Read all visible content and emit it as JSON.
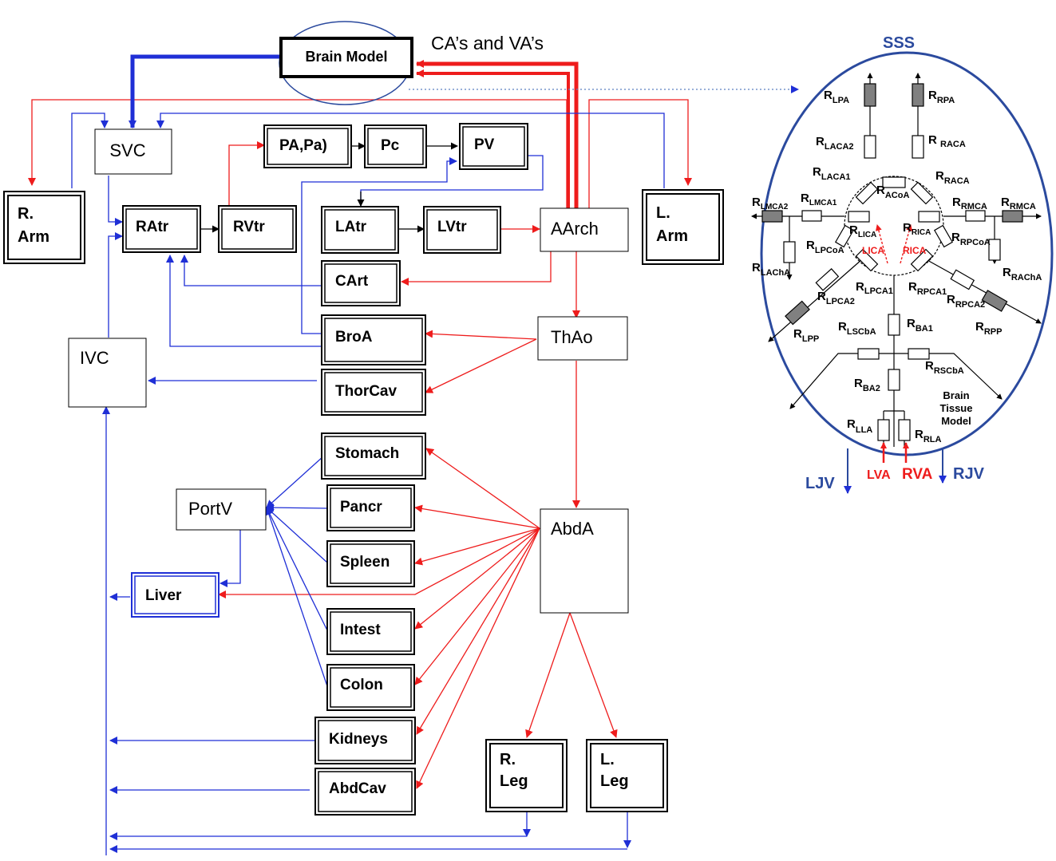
{
  "top_label": "CA’s and VA’s",
  "colors": {
    "arterial": "#ee1c1c",
    "venous": "#1f2fd6",
    "ellipse": "#2b4a9e",
    "resistor_fill": "#808080"
  },
  "boxes": {
    "brain": "Brain Model",
    "svc": "SVC",
    "r_arm": [
      "R.",
      "Arm"
    ],
    "l_arm": [
      "L.",
      "Arm"
    ],
    "ratr": "RAtr",
    "rvtr": "RVtr",
    "pa": "PA,Pa)",
    "pc": "Pc",
    "pv": "PV",
    "latr": "LAtr",
    "lvtr": "LVtr",
    "aarch": "AArch",
    "cart": "CArt",
    "broa": "BroA",
    "thao": "ThAo",
    "ivc": "IVC",
    "thorcav": "ThorCav",
    "stomach": "Stomach",
    "portv": "PortV",
    "pancr": "Pancr",
    "spleen": "Spleen",
    "liver": "Liver",
    "intest": "Intest",
    "colon": "Colon",
    "abda": "AbdA",
    "kidneys": "Kidneys",
    "abdcav": "AbdCav",
    "r_leg": [
      "R.",
      "Leg"
    ],
    "l_leg": [
      "L.",
      "Leg"
    ]
  },
  "brain_model": {
    "sss": "SSS",
    "ljv": "LJV",
    "rjv": "RJV",
    "lva": "LVA",
    "rva": "RVA",
    "lica": "LICA",
    "rica": "RICA",
    "tissue": [
      "Brain",
      "Tissue",
      "Model"
    ],
    "resistors": {
      "lpa": [
        "R",
        "LPA"
      ],
      "rpa": [
        "R",
        "RPA"
      ],
      "laca2": [
        "R",
        "LACA2"
      ],
      "raca2": [
        "R ",
        "RACA"
      ],
      "laca1": [
        "R",
        "LACA1"
      ],
      "acoa": [
        "R",
        "ACoA"
      ],
      "raca1": [
        "R",
        "RACA"
      ],
      "lmca2": [
        "R",
        "LMCA2"
      ],
      "lmca1": [
        "R",
        "LMCA1"
      ],
      "rmca1": [
        "R",
        "RMCA"
      ],
      "rmca2": [
        "R",
        "RMCA"
      ],
      "lica_r": [
        "R",
        "LICA"
      ],
      "rica_r": [
        "R",
        "RICA"
      ],
      "lpcoa": [
        "R",
        "LPCoA"
      ],
      "rpcoa": [
        "R",
        "RPCoA"
      ],
      "lacha": [
        "R",
        "LAChA"
      ],
      "racha": [
        "R",
        "RAChA"
      ],
      "lpca2": [
        "R",
        "LPCA2"
      ],
      "lpca1": [
        "R",
        "LPCA1"
      ],
      "rpca1": [
        "R",
        "RPCA1"
      ],
      "rpca2": [
        "R",
        "RPCA2"
      ],
      "lpp": [
        "R",
        "LPP"
      ],
      "rpp": [
        "R",
        "RPP"
      ],
      "lscba": [
        "R",
        "LSCbA"
      ],
      "ba1": [
        "R",
        "BA1"
      ],
      "rscba": [
        "R",
        "RSCbA"
      ],
      "ba2": [
        "R",
        "BA2"
      ],
      "lla": [
        "R",
        "LLA"
      ],
      "rla": [
        "R",
        "RLA"
      ]
    }
  }
}
